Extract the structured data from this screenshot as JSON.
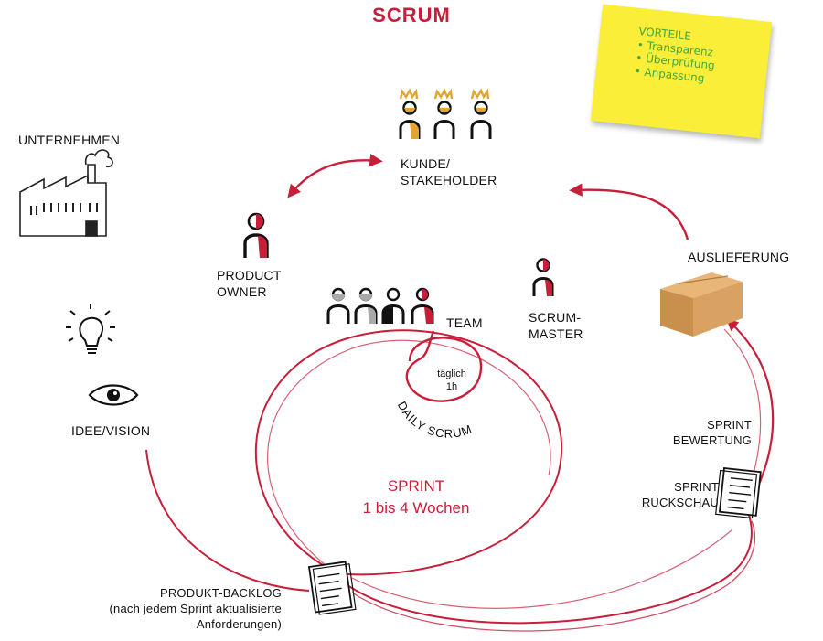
{
  "title": "SCRUM",
  "note": {
    "heading": "VORTEILE",
    "items": [
      "• Transparenz",
      "• Überprüfung",
      "• Anpassung"
    ]
  },
  "labels": {
    "company": "UNTERNEHMEN",
    "customer_line1": "KUNDE/",
    "customer_line2": "STAKEHOLDER",
    "product_owner_line1": "PRODUCT",
    "product_owner_line2": "OWNER",
    "team": "TEAM",
    "scrum_master_line1": "SCRUM-",
    "scrum_master_line2": "MASTER",
    "delivery": "AUSLIEFERUNG",
    "idea": "IDEE/VISION",
    "daily_line1": "täglich",
    "daily_line2": "1h",
    "daily_scrum": "DAILY SCRUM",
    "sprint_title": "SPRINT",
    "sprint_duration": "1 bis 4 Wochen",
    "sprint_review_line1": "SPRINT",
    "sprint_review_line2": "BEWERTUNG",
    "sprint_retro_line1": "SPRINT",
    "sprint_retro_line2": "RÜCKSCHAU",
    "backlog_line1": "PRODUKT-BACKLOG",
    "backlog_line2": "(nach jedem Sprint aktualisierte",
    "backlog_line3": "Anforderungen)"
  },
  "colors": {
    "accent_red": "#c81e3a",
    "gold": "#e3a532",
    "note_yellow": "#fbee38",
    "note_text": "#46a63c",
    "box": "#d49a58"
  }
}
